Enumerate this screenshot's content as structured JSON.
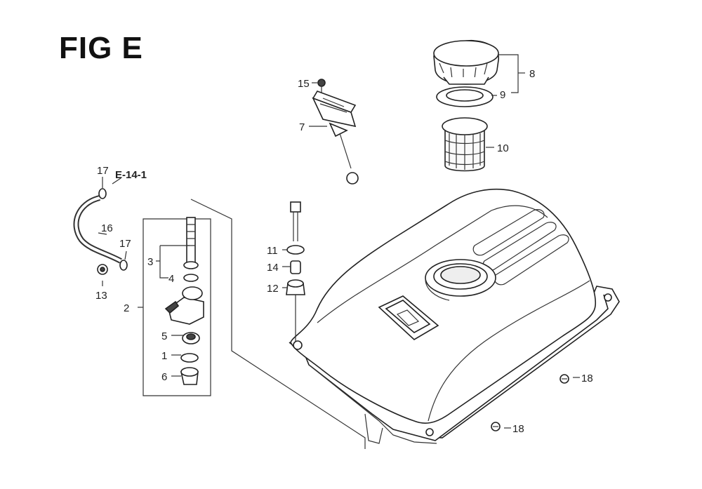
{
  "figure": {
    "title": "FIG E"
  },
  "reference": {
    "label": "E-14-1"
  },
  "callouts": {
    "c1": "1",
    "c2": "2",
    "c3": "3",
    "c4": "4",
    "c5": "5",
    "c6": "6",
    "c7": "7",
    "c8": "8",
    "c9": "9",
    "c10": "10",
    "c11": "11",
    "c12": "12",
    "c13": "13",
    "c14": "14",
    "c15": "15",
    "c16": "16",
    "c17a": "17",
    "c17b": "17",
    "c18a": "18",
    "c18b": "18"
  }
}
